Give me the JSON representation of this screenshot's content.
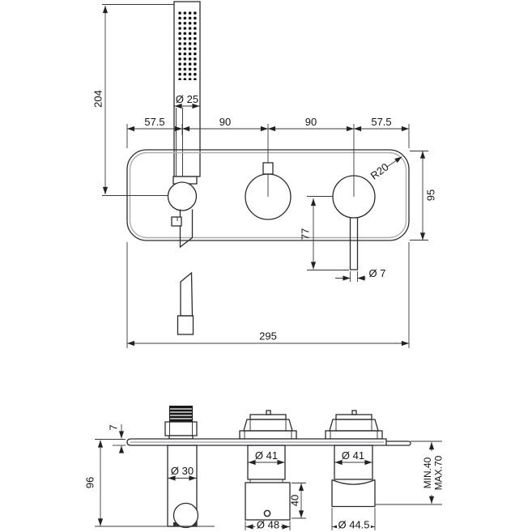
{
  "front_view": {
    "hand_shower_length": "204",
    "hand_shower_diameter": "Ø 25",
    "offset_left": "57.5",
    "spacing_left": "90",
    "spacing_right": "90",
    "offset_right": "57.5",
    "corner_radius": "R20",
    "plate_height": "95",
    "lever_length": "77",
    "lever_diameter": "Ø 7",
    "plate_width": "295"
  },
  "side_view": {
    "plate_thickness": "7",
    "overall_projection": "96",
    "holder_diameter": "Ø 30",
    "left_cartridge_stem_diameter": "Ø 41",
    "right_cartridge_stem_diameter": "Ø 41",
    "knob_depth": "40",
    "left_knob_diameter": "Ø 48",
    "right_knob_diameter": "Ø 44.5",
    "recess_depth_min": "MIN.40",
    "recess_depth_max": "MAX.70"
  },
  "colors": {
    "line": "#2b2b2b",
    "dimension": "#3a3a3a",
    "light_edge": "#a9aeb5",
    "background": "#ffffff"
  }
}
